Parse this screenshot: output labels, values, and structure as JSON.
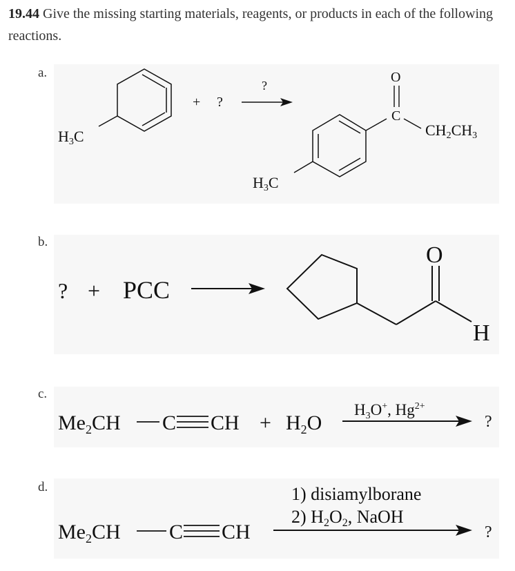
{
  "problem": {
    "number": "19.44",
    "prompt": "Give the missing starting materials, reagents, or products in each of the following reactions."
  },
  "parts": [
    {
      "label": "a.",
      "plus": "+",
      "unknown_reagent": "?",
      "arrow_label": "?",
      "reactant_substituent": "H3C",
      "product_carbonyl_o": "O",
      "product_carbonyl_c": "C",
      "product_ethyl": "CH2CH3",
      "product_methyl": "H3C"
    },
    {
      "label": "b.",
      "unknown": "?",
      "plus": "+",
      "reagent": "PCC",
      "product_o": "O",
      "product_h": "H"
    },
    {
      "label": "c.",
      "reactant": "Me2CH—C≡CH",
      "plus": "+",
      "water": "H2O",
      "conditions": "H3O+, Hg2+",
      "product": "?"
    },
    {
      "label": "d.",
      "reactant": "Me2CH—C≡CH",
      "step1": "1) disiamylborane",
      "step2": "2) H2O2, NaOH",
      "product": "?"
    }
  ]
}
